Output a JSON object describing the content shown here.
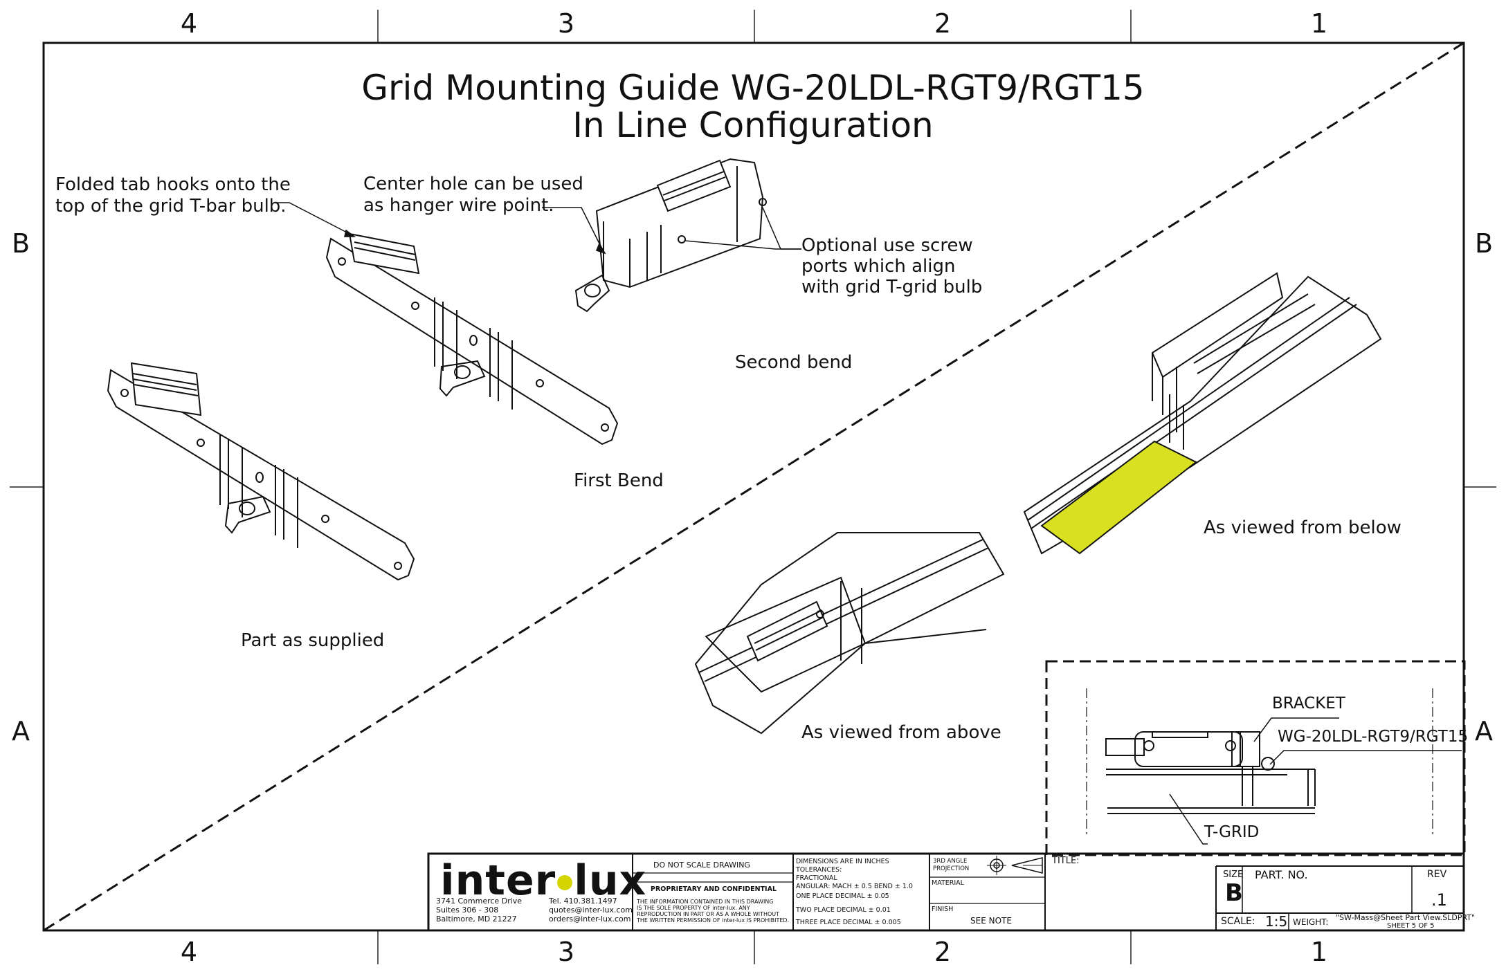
{
  "zones": {
    "top": [
      "4",
      "3",
      "2",
      "1"
    ],
    "bottom": [
      "4",
      "3",
      "2",
      "1"
    ],
    "left": [
      "B",
      "A"
    ],
    "right": [
      "B",
      "A"
    ]
  },
  "title": {
    "line1": "Grid Mounting Guide WG-20LDL-RGT9/RGT15",
    "line2": "In Line Configuration"
  },
  "callouts": {
    "folded_tab_1": "Folded tab hooks onto the",
    "folded_tab_2": "top of the grid T-bar bulb.",
    "center_hole_1": "Center hole can be used",
    "center_hole_2": "as hanger wire point.",
    "screw_ports_1": "Optional use screw",
    "screw_ports_2": "ports which align",
    "screw_ports_3": "with grid T-grid bulb"
  },
  "views": {
    "second_bend": "Second bend",
    "first_bend": "First Bend",
    "part_as_supplied": "Part as supplied",
    "viewed_from_below": "As viewed from below",
    "viewed_from_above": "As viewed from above"
  },
  "detail": {
    "bracket": "BRACKET",
    "part_number": "WG-20LDL-RGT9/RGT15",
    "tgrid": "T-GRID"
  },
  "highlight_color": "#d9e021",
  "title_block": {
    "logo_left": "inter",
    "logo_right": "lux",
    "address_1": "3741 Commerce Drive",
    "address_2": "Suites 306 - 308",
    "address_3": "Baltimore, MD 21227",
    "tel": "Tel. 410.381.1497",
    "email_1": "quotes@inter-lux.com",
    "email_2": "orders@inter-lux.com",
    "do_not_scale": "DO NOT SCALE DRAWING",
    "proprietary": "PROPRIETARY AND CONFIDENTIAL",
    "prop_text_1": "THE INFORMATION CONTAINED IN THIS DRAWING",
    "prop_text_2": "IS THE SOLE PROPERTY OF inter-lux. ANY",
    "prop_text_3": "REPRODUCTION IN PART OR AS A WHOLE WITHOUT",
    "prop_text_4": "THE WRITTEN PERMISSION OF inter-lux IS PROHIBITED.",
    "dims_1": "DIMENSIONS ARE IN INCHES",
    "dims_2": "TOLERANCES:",
    "dims_3": "FRACTIONAL",
    "dims_4": "ANGULAR: MACH ± 0.5  BEND ± 1.0",
    "dims_5": "ONE PLACE DECIMAL ±  0.05",
    "dims_6": "TWO PLACE DECIMAL ±  0.01",
    "dims_7": "THREE PLACE DECIMAL ±  0.005",
    "projection_1": "3RD ANGLE",
    "projection_2": "PROJECTION",
    "material": "MATERIAL",
    "finish": "FINISH",
    "see_note": "SEE NOTE",
    "title_label": "TITLE:",
    "size_label": "SIZE",
    "size_value": "B",
    "part_no_label": "PART. NO.",
    "rev_label": "REV",
    "rev_value": ".1",
    "scale_label": "SCALE:",
    "scale_value": "1:5",
    "weight_label": "WEIGHT:",
    "weight_value": "\"SW-Mass@Sheet Part View.SLDPRT\"",
    "sheet_label": "SHEET 5 OF 5"
  }
}
